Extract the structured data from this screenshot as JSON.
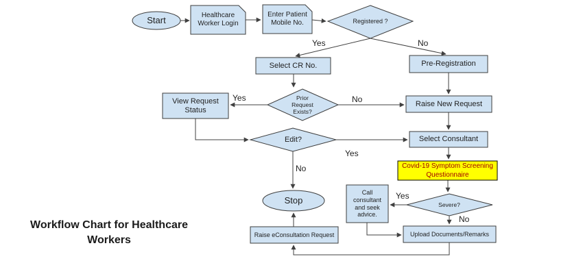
{
  "title": "Workflow Chart for Healthcare Workers",
  "nodes": {
    "start": "Start",
    "login": "Healthcare Worker Login",
    "enter_mobile": "Enter Patient Mobile No.",
    "registered": "Registered ?",
    "select_cr": "Select CR No.",
    "pre_registration": "Pre-Registration",
    "prior_request": "Prior Request Exists?",
    "view_status": "View Request Status",
    "raise_new": "Raise New Request",
    "edit": "Edit?",
    "select_consultant": "Select Consultant",
    "covid_questionnaire": "Covid-19 Symptom Screening Questionnaire",
    "stop": "Stop",
    "call_consultant": "Call consultant and seek advice.",
    "severe": "Severe?",
    "upload_docs": "Upload Documents/Remarks",
    "raise_econsult": "Raise eConsultation Request"
  },
  "edge_labels": {
    "registered_yes": "Yes",
    "registered_no": "No",
    "prior_yes": "Yes",
    "prior_no": "No",
    "edit_yes": "Yes",
    "edit_no": "No",
    "severe_yes": "Yes",
    "severe_no": "No"
  },
  "colors": {
    "node_fill": "#cfe2f3",
    "node_border": "#3d3d3d",
    "connector": "#404040",
    "highlight_fill": "#ffff00",
    "highlight_border": "#000000",
    "highlight_text": "#a00000",
    "text": "#1f1f1f",
    "background": "#ffffff"
  }
}
